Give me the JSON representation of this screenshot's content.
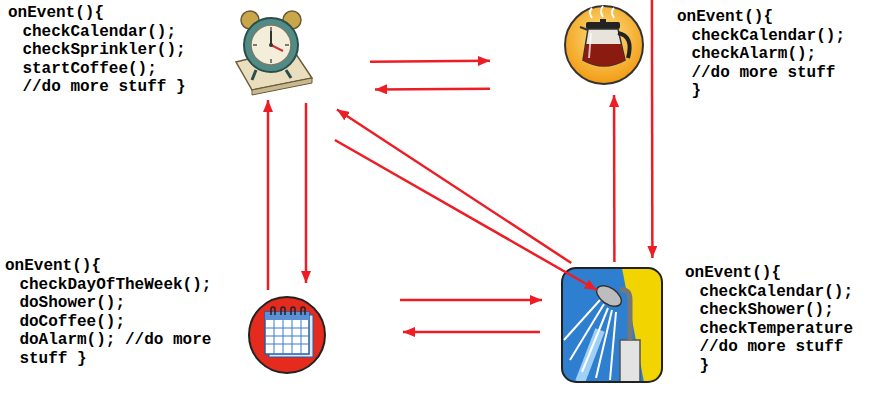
{
  "diagram": {
    "nodes": [
      {
        "text": [
          "onEvent(){ checkCalendar(); checkSprinkler(); startCoffee(); //do more stuff }"
        ]
      },
      {
        "text": [
          "onEvent(){ checkCalendar(); checkAlarm(); //do more stuff }"
        ]
      },
      {
        "text": [
          "onEvent(){ checkDayOfTheWeek(); doShower(); doCoffee(); doAlarm(); //do more stuff }"
        ]
      },
      {
        "text": [
          "onEvent(){ checkCalendar(); checkShower(); checkTemperature //do more stuff }"
        ]
      }
    ],
    "edges": [
      {
        "from": 0,
        "to": 1,
        "arrow": "to"
      },
      {
        "from": 1,
        "to": 0,
        "arrow": "to"
      },
      {
        "from": 2,
        "to": 0,
        "arrow": "to"
      },
      {
        "from": 0,
        "to": 2,
        "arrow": "to"
      },
      {
        "from": 1,
        "to": 3,
        "arrow": "to"
      },
      {
        "from": 3,
        "to": 1,
        "arrow": "to"
      },
      {
        "from": 2,
        "to": 3,
        "arrow": "to"
      },
      {
        "from": 3,
        "to": 2,
        "arrow": "to"
      },
      {
        "from": 3,
        "to": 0,
        "arrow": "to"
      },
      {
        "from": 0,
        "to": 3,
        "arrow": "to"
      }
    ]
  }
}
